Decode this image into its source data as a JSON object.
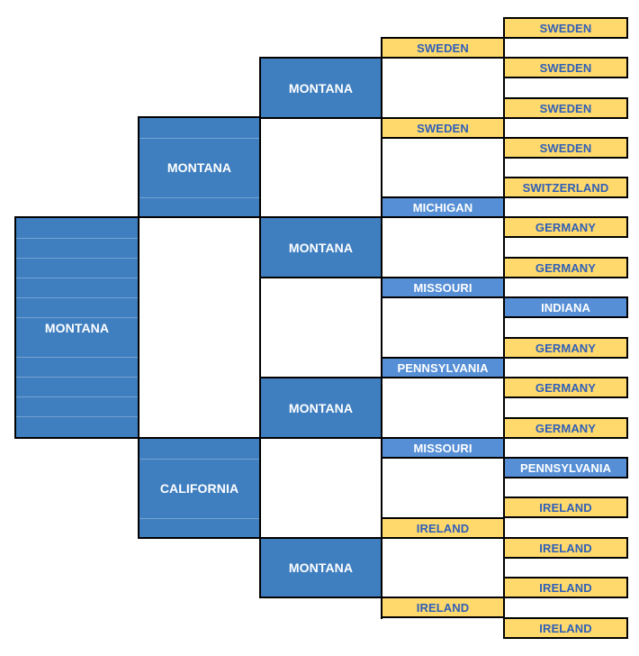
{
  "tree": {
    "root": "MONTANA",
    "level2": [
      "MONTANA",
      "CALIFORNIA"
    ],
    "level3": [
      "MONTANA",
      "MONTANA",
      "MONTANA",
      "MONTANA"
    ],
    "level4": [
      "SWEDEN",
      "SWEDEN",
      "MICHIGAN",
      "MISSOURI",
      "PENNSYLVANIA",
      "MISSOURI",
      "IRELAND",
      "IRELAND"
    ],
    "level5": [
      "SWEDEN",
      "SWEDEN",
      "SWEDEN",
      "SWEDEN",
      "SWITZERLAND",
      "GERMANY",
      "GERMANY",
      "INDIANA",
      "GERMANY",
      "GERMANY",
      "GERMANY",
      "PENNSYLVANIA",
      "IRELAND",
      "IRELAND",
      "IRELAND",
      "IRELAND"
    ],
    "level4_style": [
      "yellow",
      "yellow",
      "lblue",
      "lblue",
      "lblue",
      "lblue",
      "yellow",
      "yellow"
    ],
    "level5_style": [
      "yellow",
      "yellow",
      "yellow",
      "yellow",
      "yellow",
      "yellow",
      "yellow",
      "lblue",
      "yellow",
      "yellow",
      "yellow",
      "lblue",
      "yellow",
      "yellow",
      "yellow",
      "yellow"
    ]
  },
  "colors": {
    "dark_blue": "#3f7fc0",
    "light_blue": "#568fd5",
    "yellow": "#ffd96b",
    "yellow_text": "#2f5fb8"
  }
}
